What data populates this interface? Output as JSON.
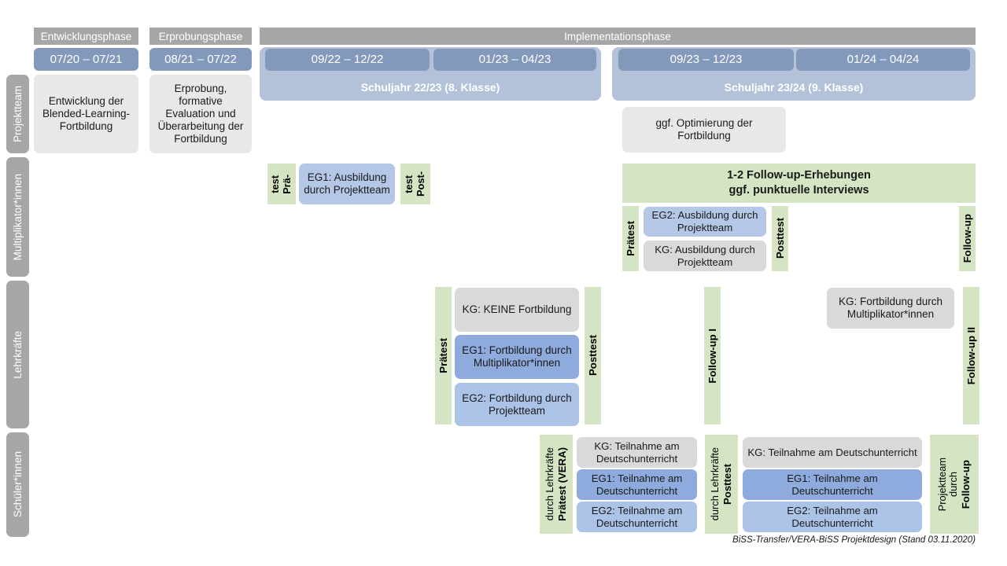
{
  "phases": [
    {
      "label": "Entwicklungsphase"
    },
    {
      "label": "Erprobungsphase"
    },
    {
      "label": "Implementationsphase"
    }
  ],
  "periods": [
    {
      "label": "07/20 – 07/21"
    },
    {
      "label": "08/21 – 07/22"
    },
    {
      "label": "09/22 – 12/22"
    },
    {
      "label": "01/23 – 04/23"
    },
    {
      "label": "09/23 – 12/23"
    },
    {
      "label": "01/24 – 04/24"
    }
  ],
  "school_years": [
    {
      "label": "Schuljahr 22/23 (8. Klasse)"
    },
    {
      "label": "Schuljahr 23/24 (9. Klasse)"
    }
  ],
  "row_labels": [
    {
      "label": "Projektteam"
    },
    {
      "label": "Multiplikator*innen"
    },
    {
      "label": "Lehrkräfte"
    },
    {
      "label": "Schüler*innen"
    }
  ],
  "projektteam": {
    "entwicklung": "Entwicklung der Blended-Learning-Fortbildung",
    "erprobung": "Erprobung, formative Evaluation und Überarbeitung der Fortbildung",
    "optimierung": "ggf. Optimierung der Fortbildung"
  },
  "multiplikator": {
    "praetest_1_line1": "Prä-",
    "praetest_1_line2": "test",
    "eg1": "EG1: Ausbildung durch Projektteam",
    "posttest_1_line1": "Post-",
    "posttest_1_line2": "test",
    "followup_banner_line1": "1-2 Follow-up-Erhebungen",
    "followup_banner_line2": "ggf. punktuelle Interviews",
    "praetest_2": "Prätest",
    "eg2": "EG2: Ausbildung durch Projektteam",
    "kg": "KG: Ausbildung durch Projektteam",
    "posttest_2": "Posttest",
    "followup": "Follow-up"
  },
  "lehrkraefte": {
    "praetest": "Prätest",
    "kg_keine": "KG:  KEINE Fortbildung",
    "eg1": "EG1: Fortbildung durch Multiplikator*innen",
    "eg2": "EG2: Fortbildung durch Projektteam",
    "posttest": "Posttest",
    "followup_1": "Follow-up I",
    "kg_fortbildung": "KG: Fortbildung durch Multiplikator*innen",
    "followup_2": "Follow-up II"
  },
  "schueler": {
    "praetest_bold": "Prätest (VERA)",
    "praetest_sub": "durch Lehrkräfte",
    "posttest_bold": "Posttest",
    "posttest_sub": "durch Lehrkräfte",
    "followup_bold": "Follow-up",
    "followup_sub1": "durch",
    "followup_sub2": "Projektteam",
    "left": {
      "kg": "KG: Teilnahme am Deutschunterricht",
      "eg1": "EG1: Teilnahme am Deutschunterricht",
      "eg2": "EG2: Teilnahme am Deutschunterricht"
    },
    "right": {
      "kg": "KG: Teilnahme am Deutschunterricht",
      "eg1": "EG1: Teilnahme am Deutschunterricht",
      "eg2": "EG2: Teilnahme am Deutschunterricht"
    }
  },
  "footer": "BiSS-Transfer/VERA-BiSS Projektdesign (Stand 03.11.2020)",
  "colors": {
    "grey_header": "#a6a6a6",
    "period_blue": "#8299bb",
    "schoolyear_blue": "#b4c2d9",
    "box_grey": "#e8e8e8",
    "box_grey_dark": "#d9d9d9",
    "blue_dark": "#8faadc",
    "blue_mid": "#acc3e8",
    "blue_light": "#b4c7e7",
    "green": "#d5e5c3"
  }
}
